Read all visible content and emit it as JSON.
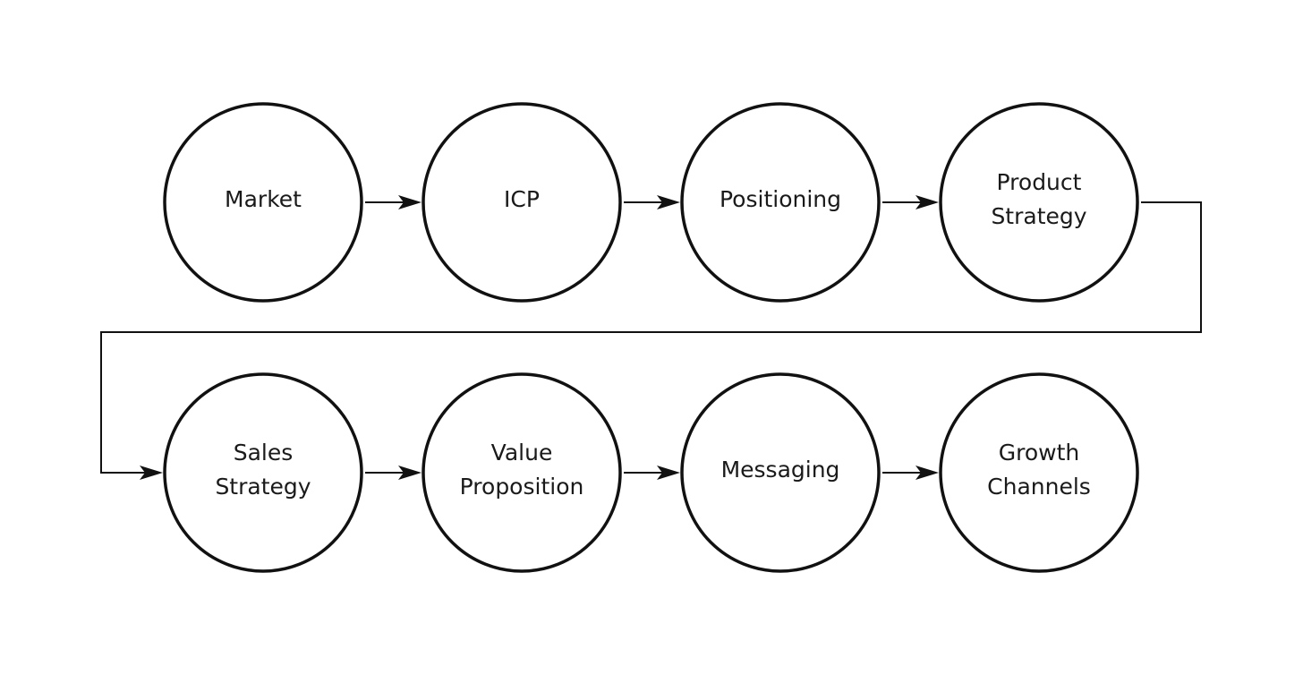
{
  "diagram": {
    "type": "flowchart",
    "nodes": [
      {
        "id": "market",
        "lines": [
          "Market"
        ]
      },
      {
        "id": "icp",
        "lines": [
          "ICP"
        ]
      },
      {
        "id": "positioning",
        "lines": [
          "Positioning"
        ]
      },
      {
        "id": "product-strategy",
        "lines": [
          "Product",
          "Strategy"
        ]
      },
      {
        "id": "sales-strategy",
        "lines": [
          "Sales",
          "Strategy"
        ]
      },
      {
        "id": "value-proposition",
        "lines": [
          "Value",
          "Proposition"
        ]
      },
      {
        "id": "messaging",
        "lines": [
          "Messaging"
        ]
      },
      {
        "id": "growth-channels",
        "lines": [
          "Growth",
          "Channels"
        ]
      }
    ],
    "edges": [
      {
        "from": "market",
        "to": "icp"
      },
      {
        "from": "icp",
        "to": "positioning"
      },
      {
        "from": "positioning",
        "to": "product-strategy"
      },
      {
        "from": "product-strategy",
        "to": "sales-strategy"
      },
      {
        "from": "sales-strategy",
        "to": "value-proposition"
      },
      {
        "from": "value-proposition",
        "to": "messaging"
      },
      {
        "from": "messaging",
        "to": "growth-channels"
      }
    ],
    "colors": {
      "stroke": "#111111",
      "text": "#1a1a1a",
      "background": "#ffffff"
    }
  }
}
